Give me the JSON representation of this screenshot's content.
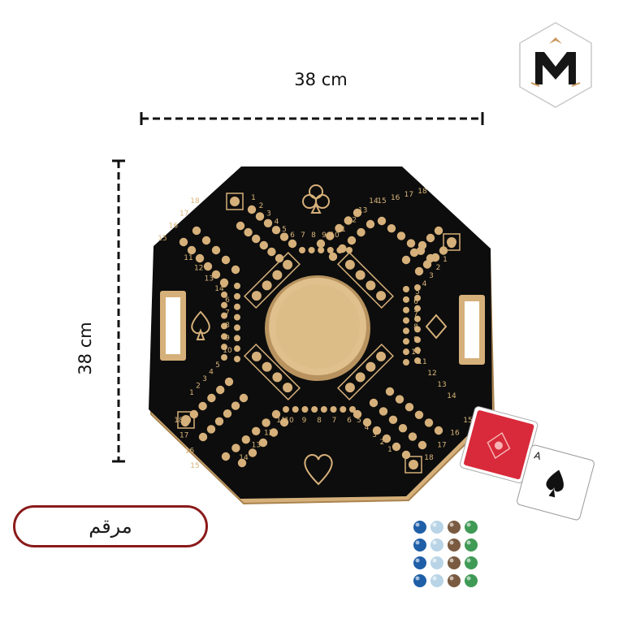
{
  "dimensions": {
    "width_label": "38 cm",
    "height_label": "38 cm"
  },
  "badge": {
    "text": "مرقم"
  },
  "logo": {
    "letter": "M"
  },
  "cards": {
    "front_rank": "A"
  },
  "track_numbers": [
    "1",
    "2",
    "3",
    "4",
    "5",
    "6",
    "7",
    "8",
    "9",
    "10",
    "11",
    "12",
    "13",
    "14",
    "15",
    "16",
    "17",
    "18"
  ],
  "colors": {
    "board": "#0d0d0d",
    "wood": "#d6b07a",
    "wood_dark": "#a9834f",
    "badge_border": "#8b1a1a",
    "card_red": "#d82a3a",
    "marble_blue": "#1f5fa8",
    "marble_light": "#b9d4e6",
    "marble_brown": "#7a5a40",
    "marble_green": "#3f9a55"
  },
  "icons": [
    "club-icon",
    "spade-icon",
    "diamond-icon",
    "heart-icon",
    "logo-icon"
  ]
}
